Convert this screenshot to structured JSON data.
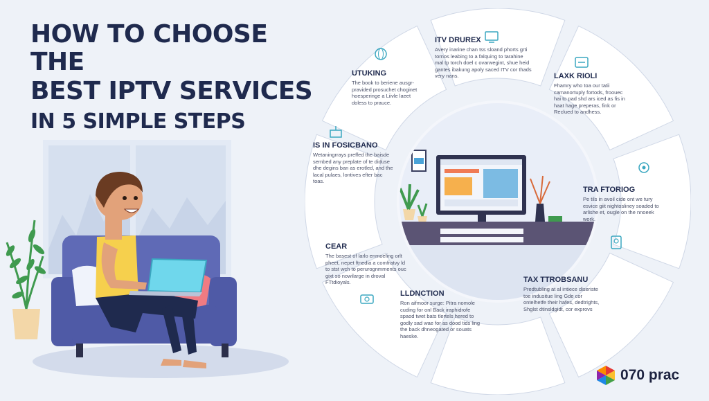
{
  "title": {
    "line1": "HOW TO CHOOSE THE",
    "line2": "BEST IPTV SERVICES",
    "line3": "IN 5 SIMPLE STEPS"
  },
  "segments": [
    {
      "heading": "ITV DRUREX",
      "body": "Avery inarine chan tss sloand phorts grti tornos leabing to a falquing to tarahine mal tp torch doel c ovarwegint, shue heid gantes ibakung apoly saced ITV cor thads very nans.",
      "icon": "tv-icon"
    },
    {
      "heading": "LAXK RIOLI",
      "body": "Fhamry who toa our tatii camanortuply fortods, froouec hai to pad shd ars iced as fis in haat hage preperas, fink or Reclued to andhess.",
      "icon": "slider-icon"
    },
    {
      "heading": "TRA FTORIOG",
      "body": "Pe tils in avoil cide ont we tury esvice giit nightosliney soaded to arlishe et, ougle on the nnoeek work.",
      "icon": "gear-icon"
    },
    {
      "heading": "TAX TTROBSANU",
      "body": "Predtubling at al intiece diseriste toe indusitue ling Gde cor ontelhetfe their hafes, dedtrights, Shglst dtinsldgidt, cor exprovs",
      "icon": "badge-icon"
    },
    {
      "heading": "LLDNCTION",
      "body": "Ron aifmoor surge: Pitra nomole cuding for onl Back iraphidrofe spaod twet bats tlertels hered to godly sad wae for as dood tids ling the back dhneogated or souats haeske.",
      "icon": "bulb-icon"
    },
    {
      "heading": "CEAR",
      "body": "The basest of larlo enmoeling orlt pheet, nepet ftnedia a comfratvy ld to stst wch to perurognmments ouc gixt so nowilarge in droval FTtdioyals.",
      "icon": "money-icon"
    },
    {
      "heading": "IS IN FOSICBANO",
      "body": "Wetaningrrays preffed the baisde sembed any preplate of te diduse dhe degins ban as erotled, and the lacal pulaes, lontives efter bac toas.",
      "icon": "cake-icon"
    },
    {
      "heading": "UTUKING",
      "body": "The book to beriene ausgr-pravided prosuchet choginet hoesperinge a Liivle laeet doless to prauce.",
      "icon": "globe-icon"
    }
  ],
  "brand": {
    "name": "070 prac"
  },
  "colors": {
    "navy": "#1f2a4e",
    "sofa": "#4f5aa6",
    "cushion": "#f07b82",
    "laptop": "#6fd7ec",
    "shirt": "#f6d04d",
    "plant": "#3f9a4f",
    "cabinet": "#5b5474"
  }
}
